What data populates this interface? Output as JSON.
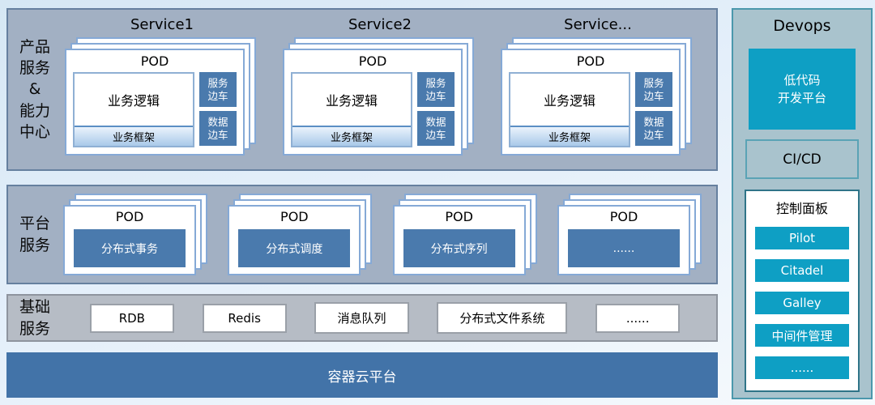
{
  "bands": {
    "product": {
      "label": "产品\n服务\n&\n能力\n中心",
      "services": [
        {
          "name": "Service1"
        },
        {
          "name": "Service2"
        },
        {
          "name": "Service..."
        }
      ],
      "pod_label": "POD",
      "logic_label": "业务逻辑",
      "framework_label": "业务框架",
      "sidecar_service": "服务\n边车",
      "sidecar_data": "数据\n边车"
    },
    "platform": {
      "label": "平台\n服务",
      "pod_label": "POD",
      "pods": [
        "分布式事务",
        "分布式调度",
        "分布式序列",
        "......"
      ]
    },
    "infra": {
      "label": "基础\n服务",
      "items": [
        "RDB",
        "Redis",
        "消息队列",
        "分布式文件系统",
        "......"
      ]
    },
    "container_bar": "容器云平台"
  },
  "devops": {
    "title": "Devops",
    "lowcode": "低代码\n开发平台",
    "cicd": "CI/CD",
    "control_panel": {
      "title": "控制面板",
      "items": [
        "Pilot",
        "Citadel",
        "Galley",
        "中间件管理",
        "......"
      ]
    }
  },
  "colors": {
    "band_bg": "#a2b0c3",
    "band_border": "#66809f",
    "infra_bg": "#b6bcc5",
    "steel_blue": "#4a7aad",
    "cloud_bar_blue": "#4273a8",
    "card_border_blue": "#85a9d6",
    "devops_bg": "#a9c3cd",
    "devops_border": "#4b98ac",
    "teal": "#0e9fc4"
  }
}
